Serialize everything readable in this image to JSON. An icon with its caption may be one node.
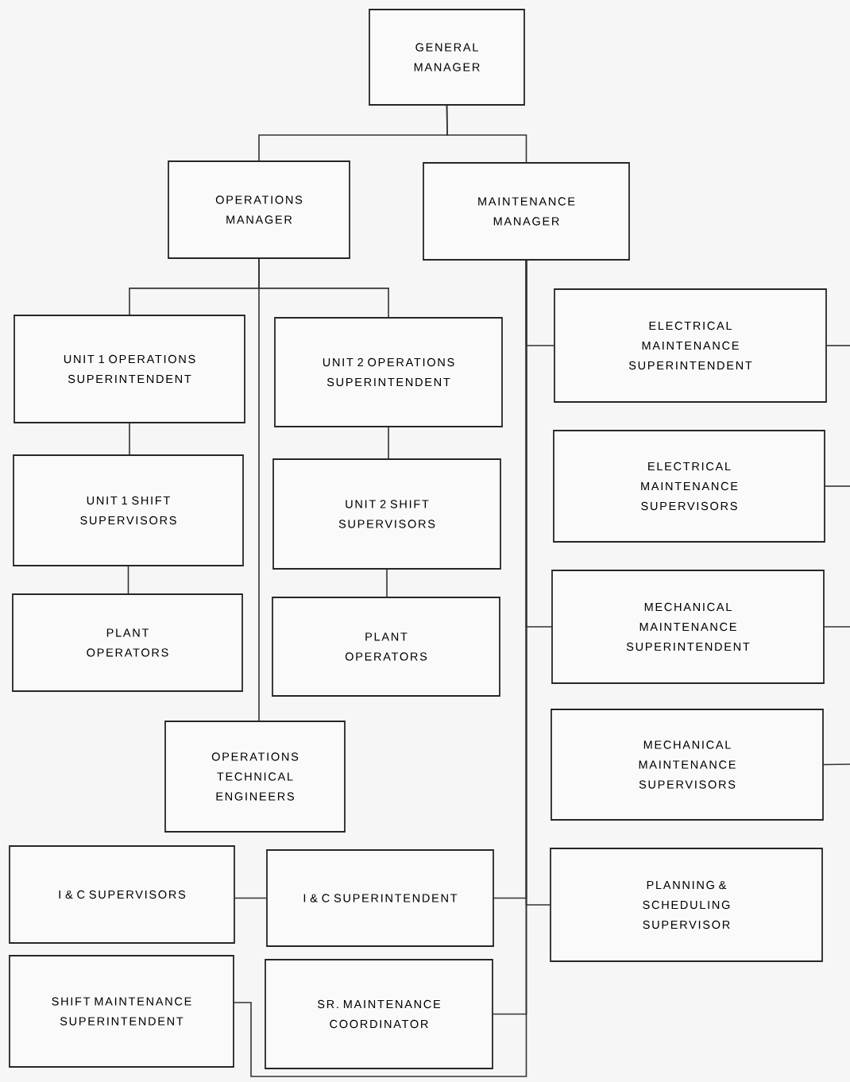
{
  "diagram": {
    "nodes": [
      {
        "text": [
          "GENERAL MANAGER"
        ]
      },
      {
        "text": [
          "OPERATIONS MANAGER"
        ]
      },
      {
        "text": [
          "MAINTENANCE MANAGER"
        ]
      },
      {
        "text": [
          "UNIT 1 OPERATIONS SUPERINTENDENT"
        ]
      },
      {
        "text": [
          "UNIT 2 OPERATIONS SUPERINTENDENT"
        ]
      },
      {
        "text": [
          "ELECTRICAL MAINTENANCE SUPERINTENDENT"
        ]
      },
      {
        "text": [
          "UNIT 1 SHIFT SUPERVISORS"
        ]
      },
      {
        "text": [
          "UNIT 2 SHIFT SUPERVISORS"
        ]
      },
      {
        "text": [
          "ELECTRICAL MAINTENANCE SUPERVISORS"
        ]
      },
      {
        "text": [
          "PLANT OPERATORS"
        ]
      },
      {
        "text": [
          "PLANT OPERATORS"
        ]
      },
      {
        "text": [
          "MECHANICAL MAINTENANCE SUPERINTENDENT"
        ]
      },
      {
        "text": [
          "OPERATIONS TECHNICAL ENGINEERS"
        ]
      },
      {
        "text": [
          "MECHANICAL MAINTENANCE SUPERVISORS"
        ]
      },
      {
        "text": [
          "I & C SUPERVISORS"
        ]
      },
      {
        "text": [
          "I & C SUPERINTENDENT"
        ]
      },
      {
        "text": [
          "PLANNING & SCHEDULING SUPERVISOR"
        ]
      },
      {
        "text": [
          "SHIFT MAINTENANCE SUPERINTENDENT"
        ]
      },
      {
        "text": [
          "SR. MAINTENANCE COORDINATOR"
        ]
      }
    ],
    "edges": [
      {
        "from": 0,
        "to": 1,
        "arrow": "none"
      },
      {
        "from": 0,
        "to": 2,
        "arrow": "none"
      },
      {
        "from": 1,
        "to": 3,
        "arrow": "none"
      },
      {
        "from": 1,
        "to": 4,
        "arrow": "none"
      },
      {
        "from": 1,
        "to": 12,
        "arrow": "none"
      },
      {
        "from": 3,
        "to": 6,
        "arrow": "none"
      },
      {
        "from": 6,
        "to": 9,
        "arrow": "none"
      },
      {
        "from": 4,
        "to": 7,
        "arrow": "none"
      },
      {
        "from": 7,
        "to": 10,
        "arrow": "none"
      },
      {
        "from": 2,
        "to": 5,
        "arrow": "none"
      },
      {
        "from": 2,
        "to": 11,
        "arrow": "none"
      },
      {
        "from": 2,
        "to": 16,
        "arrow": "none"
      },
      {
        "from": 2,
        "to": 15,
        "arrow": "none"
      },
      {
        "from": 2,
        "to": 18,
        "arrow": "none"
      },
      {
        "from": 2,
        "to": 17,
        "arrow": "none"
      },
      {
        "from": 15,
        "to": 14,
        "arrow": "none"
      },
      {
        "from": 5,
        "to": null,
        "arrow": "none"
      },
      {
        "from": 8,
        "to": null,
        "arrow": "none"
      },
      {
        "from": 11,
        "to": null,
        "arrow": "none"
      },
      {
        "from": 13,
        "to": null,
        "arrow": "none"
      }
    ]
  }
}
